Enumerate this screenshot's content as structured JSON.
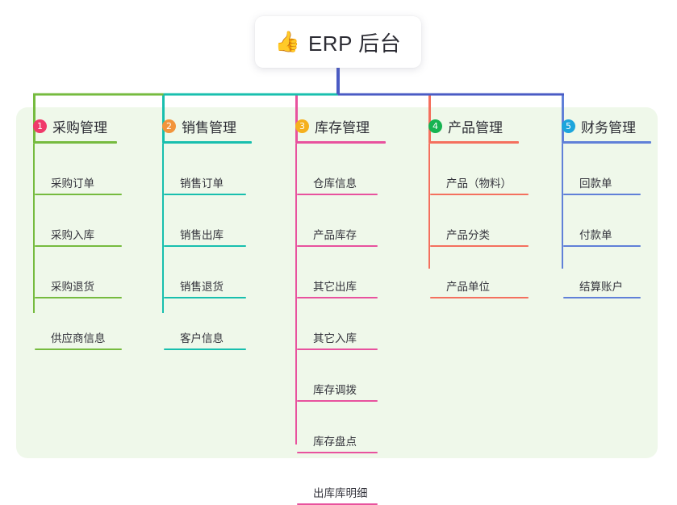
{
  "root": {
    "icon": "thumbs-up-emoji",
    "emoji": "👍",
    "title": "ERP 后台"
  },
  "theme": {
    "panel_bg": "#eff8ea",
    "page_bg": "#ffffff",
    "trunk_color": "#4a5bc4",
    "text_color": "#2b2b33"
  },
  "branches": [
    {
      "index": "1",
      "title": "采购管理",
      "badge_color": "#f0396a",
      "line_color": "#76bb3f",
      "items": [
        {
          "label": "采购订单"
        },
        {
          "label": "采购入库"
        },
        {
          "label": "采购退货"
        },
        {
          "label": "供应商信息"
        }
      ]
    },
    {
      "index": "2",
      "title": "销售管理",
      "badge_color": "#f2943c",
      "line_color": "#18bfae",
      "items": [
        {
          "label": "销售订单"
        },
        {
          "label": "销售出库"
        },
        {
          "label": "销售退货"
        },
        {
          "label": "客户信息"
        }
      ]
    },
    {
      "index": "3",
      "title": "库存管理",
      "badge_color": "#f5b01e",
      "line_color": "#e8529e",
      "items": [
        {
          "label": "仓库信息"
        },
        {
          "label": "产品库存"
        },
        {
          "label": "其它出库"
        },
        {
          "label": "其它入库"
        },
        {
          "label": "库存调拨"
        },
        {
          "label": "库存盘点"
        },
        {
          "label": "出库库明细"
        }
      ]
    },
    {
      "index": "4",
      "title": "产品管理",
      "badge_color": "#17b351",
      "line_color": "#f4705e",
      "items": [
        {
          "label": "产品（物料）"
        },
        {
          "label": "产品分类"
        },
        {
          "label": "产品单位"
        }
      ]
    },
    {
      "index": "5",
      "title": "财务管理",
      "badge_color": "#1ca5dc",
      "line_color": "#6080d8",
      "items": [
        {
          "label": "回款单"
        },
        {
          "label": "付款单"
        },
        {
          "label": "结算账户"
        }
      ]
    }
  ]
}
